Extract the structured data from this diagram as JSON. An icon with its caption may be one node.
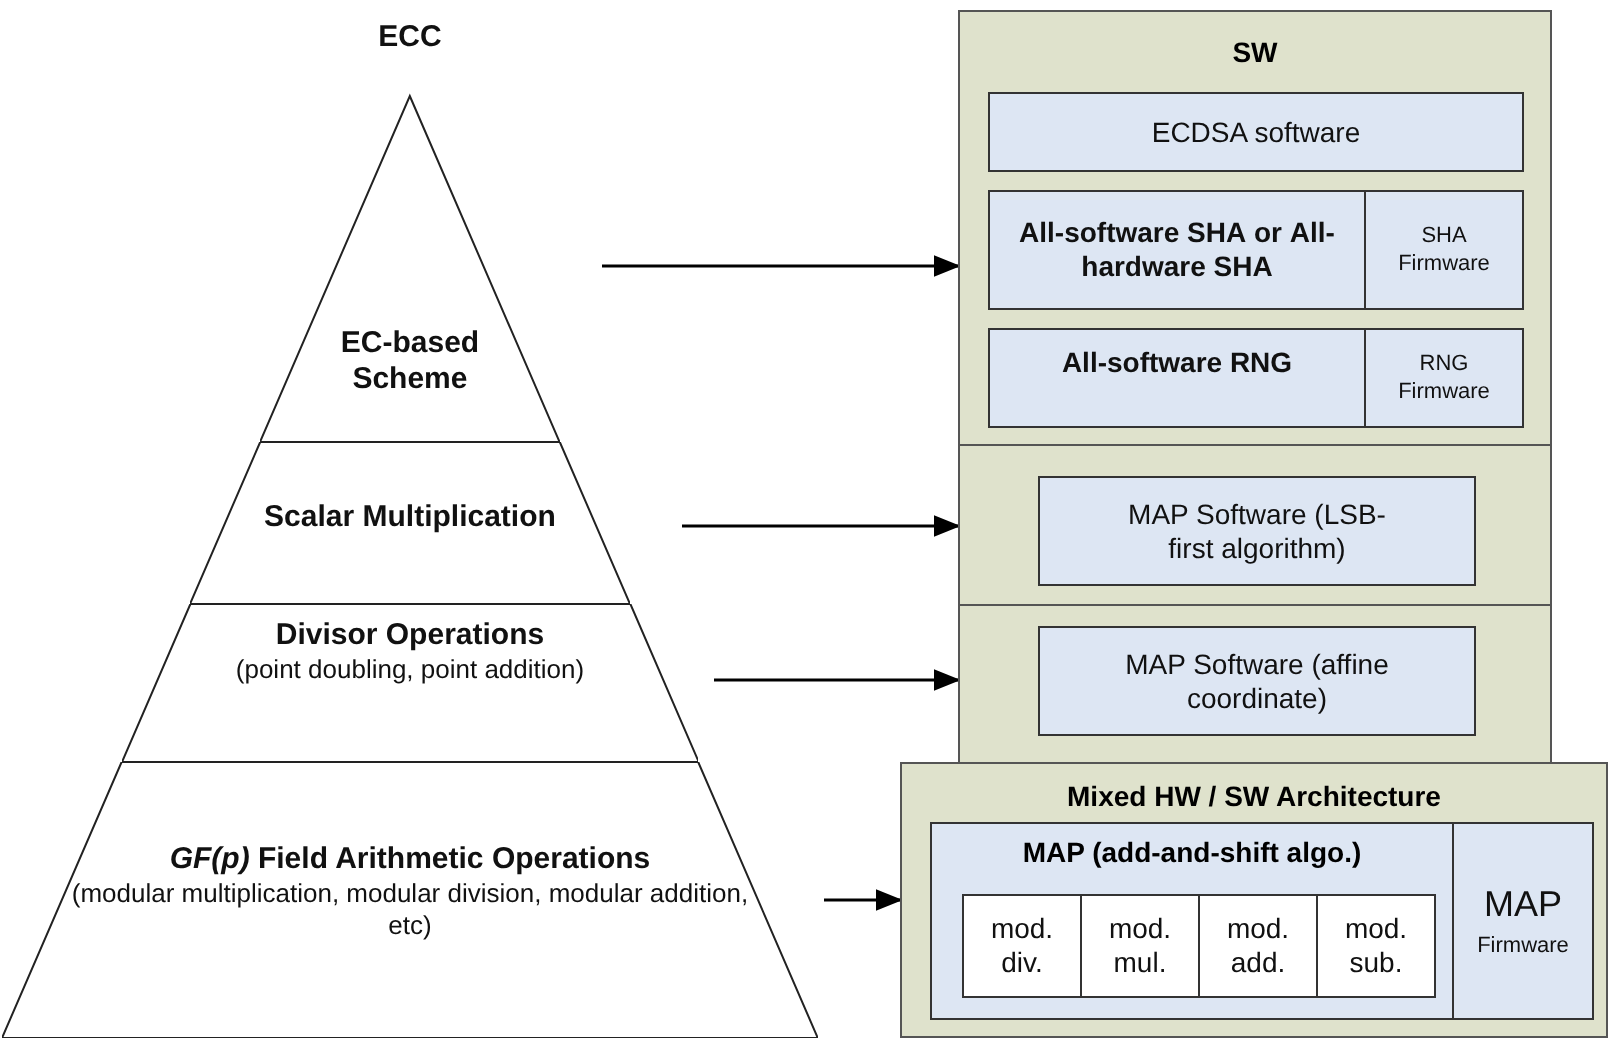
{
  "diagram": {
    "nodes": [
      {
        "text": [
          "ECC",
          "EC-based Scheme"
        ]
      },
      {
        "text": [
          "Scalar Multiplication"
        ]
      },
      {
        "text": [
          "Divisor Operations",
          "(point doubling, point addition)"
        ]
      },
      {
        "text": [
          "*GF(p)* Field Arithmetic Operations",
          "(modular multiplication, modular division, modular addition, etc)"
        ]
      },
      {
        "text": [
          "SW"
        ]
      },
      {
        "text": [
          "ECDSA software"
        ],
        "in": 4
      },
      {
        "text": [
          "**All-software SHA** or **All-hardware SHA**"
        ],
        "in": 4
      },
      {
        "text": [
          "SHA Firmware"
        ],
        "in": 4
      },
      {
        "text": [
          "All-software RNG"
        ],
        "in": 4
      },
      {
        "text": [
          "RNG Firmware"
        ],
        "in": 4
      },
      {
        "text": [],
        "shape": "box"
      },
      {
        "text": [
          "MAP Software (LSB-first algorithm)"
        ],
        "in": 10
      },
      {
        "text": [],
        "shape": "box"
      },
      {
        "text": [
          "MAP Software (affine coordinate)"
        ],
        "in": 12
      },
      {
        "text": [
          "Mixed HW / SW Architecture"
        ]
      },
      {
        "text": [
          "MAP (add-and-shift algo.)"
        ],
        "in": 14
      },
      {
        "text": [
          "mod. div."
        ],
        "in": 15
      },
      {
        "text": [
          "mod. mul."
        ],
        "in": 15
      },
      {
        "text": [
          "mod. add."
        ],
        "in": 15
      },
      {
        "text": [
          "mod. sub."
        ],
        "in": 15
      },
      {
        "text": [
          "MAP Firmware"
        ],
        "in": 14
      }
    ],
    "edges": [
      {
        "from": 0,
        "to": 4,
        "arrow": "to"
      },
      {
        "from": 1,
        "to": 10,
        "arrow": "to"
      },
      {
        "from": 2,
        "to": 12,
        "arrow": "to"
      },
      {
        "from": 3,
        "to": 14,
        "arrow": "to"
      }
    ]
  }
}
